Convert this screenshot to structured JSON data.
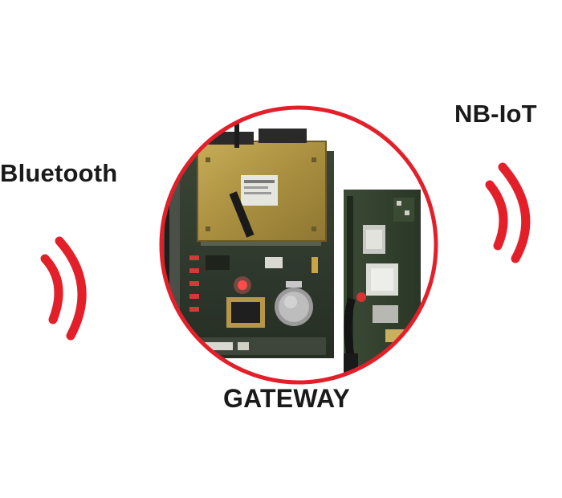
{
  "labels": {
    "left": "Bluetooth",
    "right": "NB-IoT",
    "center": "GATEWAY"
  },
  "colors": {
    "signal": "#e3202a",
    "ring": "#e3202a",
    "text": "#1a1a1a",
    "pcb_green": "#2f3a2c",
    "pcb_gold": "#b39a45"
  },
  "icons": {
    "left_signal": "wireless-signal-icon",
    "right_signal": "wireless-signal-icon"
  }
}
